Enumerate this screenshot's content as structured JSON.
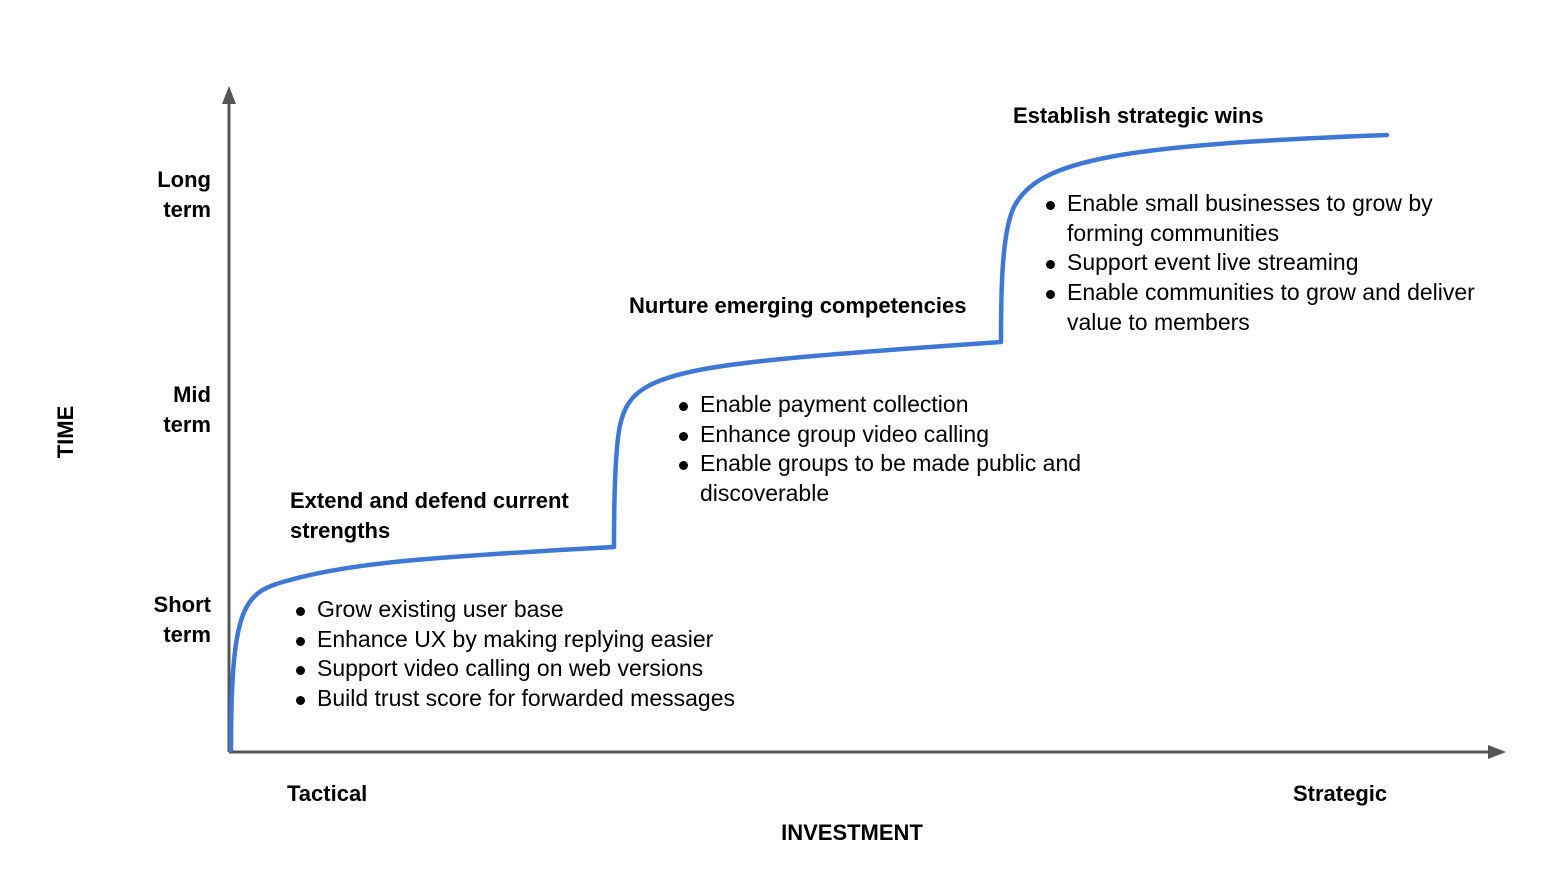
{
  "axes": {
    "y_title": "TIME",
    "x_title": "INVESTMENT",
    "y_levels": [
      {
        "line1": "Long",
        "line2": "term"
      },
      {
        "line1": "Mid",
        "line2": "term"
      },
      {
        "line1": "Short",
        "line2": "term"
      }
    ],
    "x_ends": {
      "start": "Tactical",
      "end": "Strategic"
    }
  },
  "colors": {
    "curve": "#3e78d4",
    "axis": "#555555",
    "text": "#000000"
  },
  "stages": [
    {
      "heading_line1": "Extend and defend current",
      "heading_line2": "strengths",
      "bullets": [
        "Grow existing user base",
        "Enhance UX by making replying easier",
        "Support video calling on web versions",
        "Build trust score for forwarded messages"
      ]
    },
    {
      "heading_line1": "Nurture emerging competencies",
      "heading_line2": "",
      "bullets": [
        "Enable payment collection",
        "Enhance group video calling",
        "Enable groups to be made public and discoverable"
      ]
    },
    {
      "heading_line1": "Establish strategic wins",
      "heading_line2": "",
      "bullets": [
        "Enable small businesses to grow by forming communities",
        "Support event live streaming",
        "Enable communities to grow and deliver value to members"
      ]
    }
  ]
}
